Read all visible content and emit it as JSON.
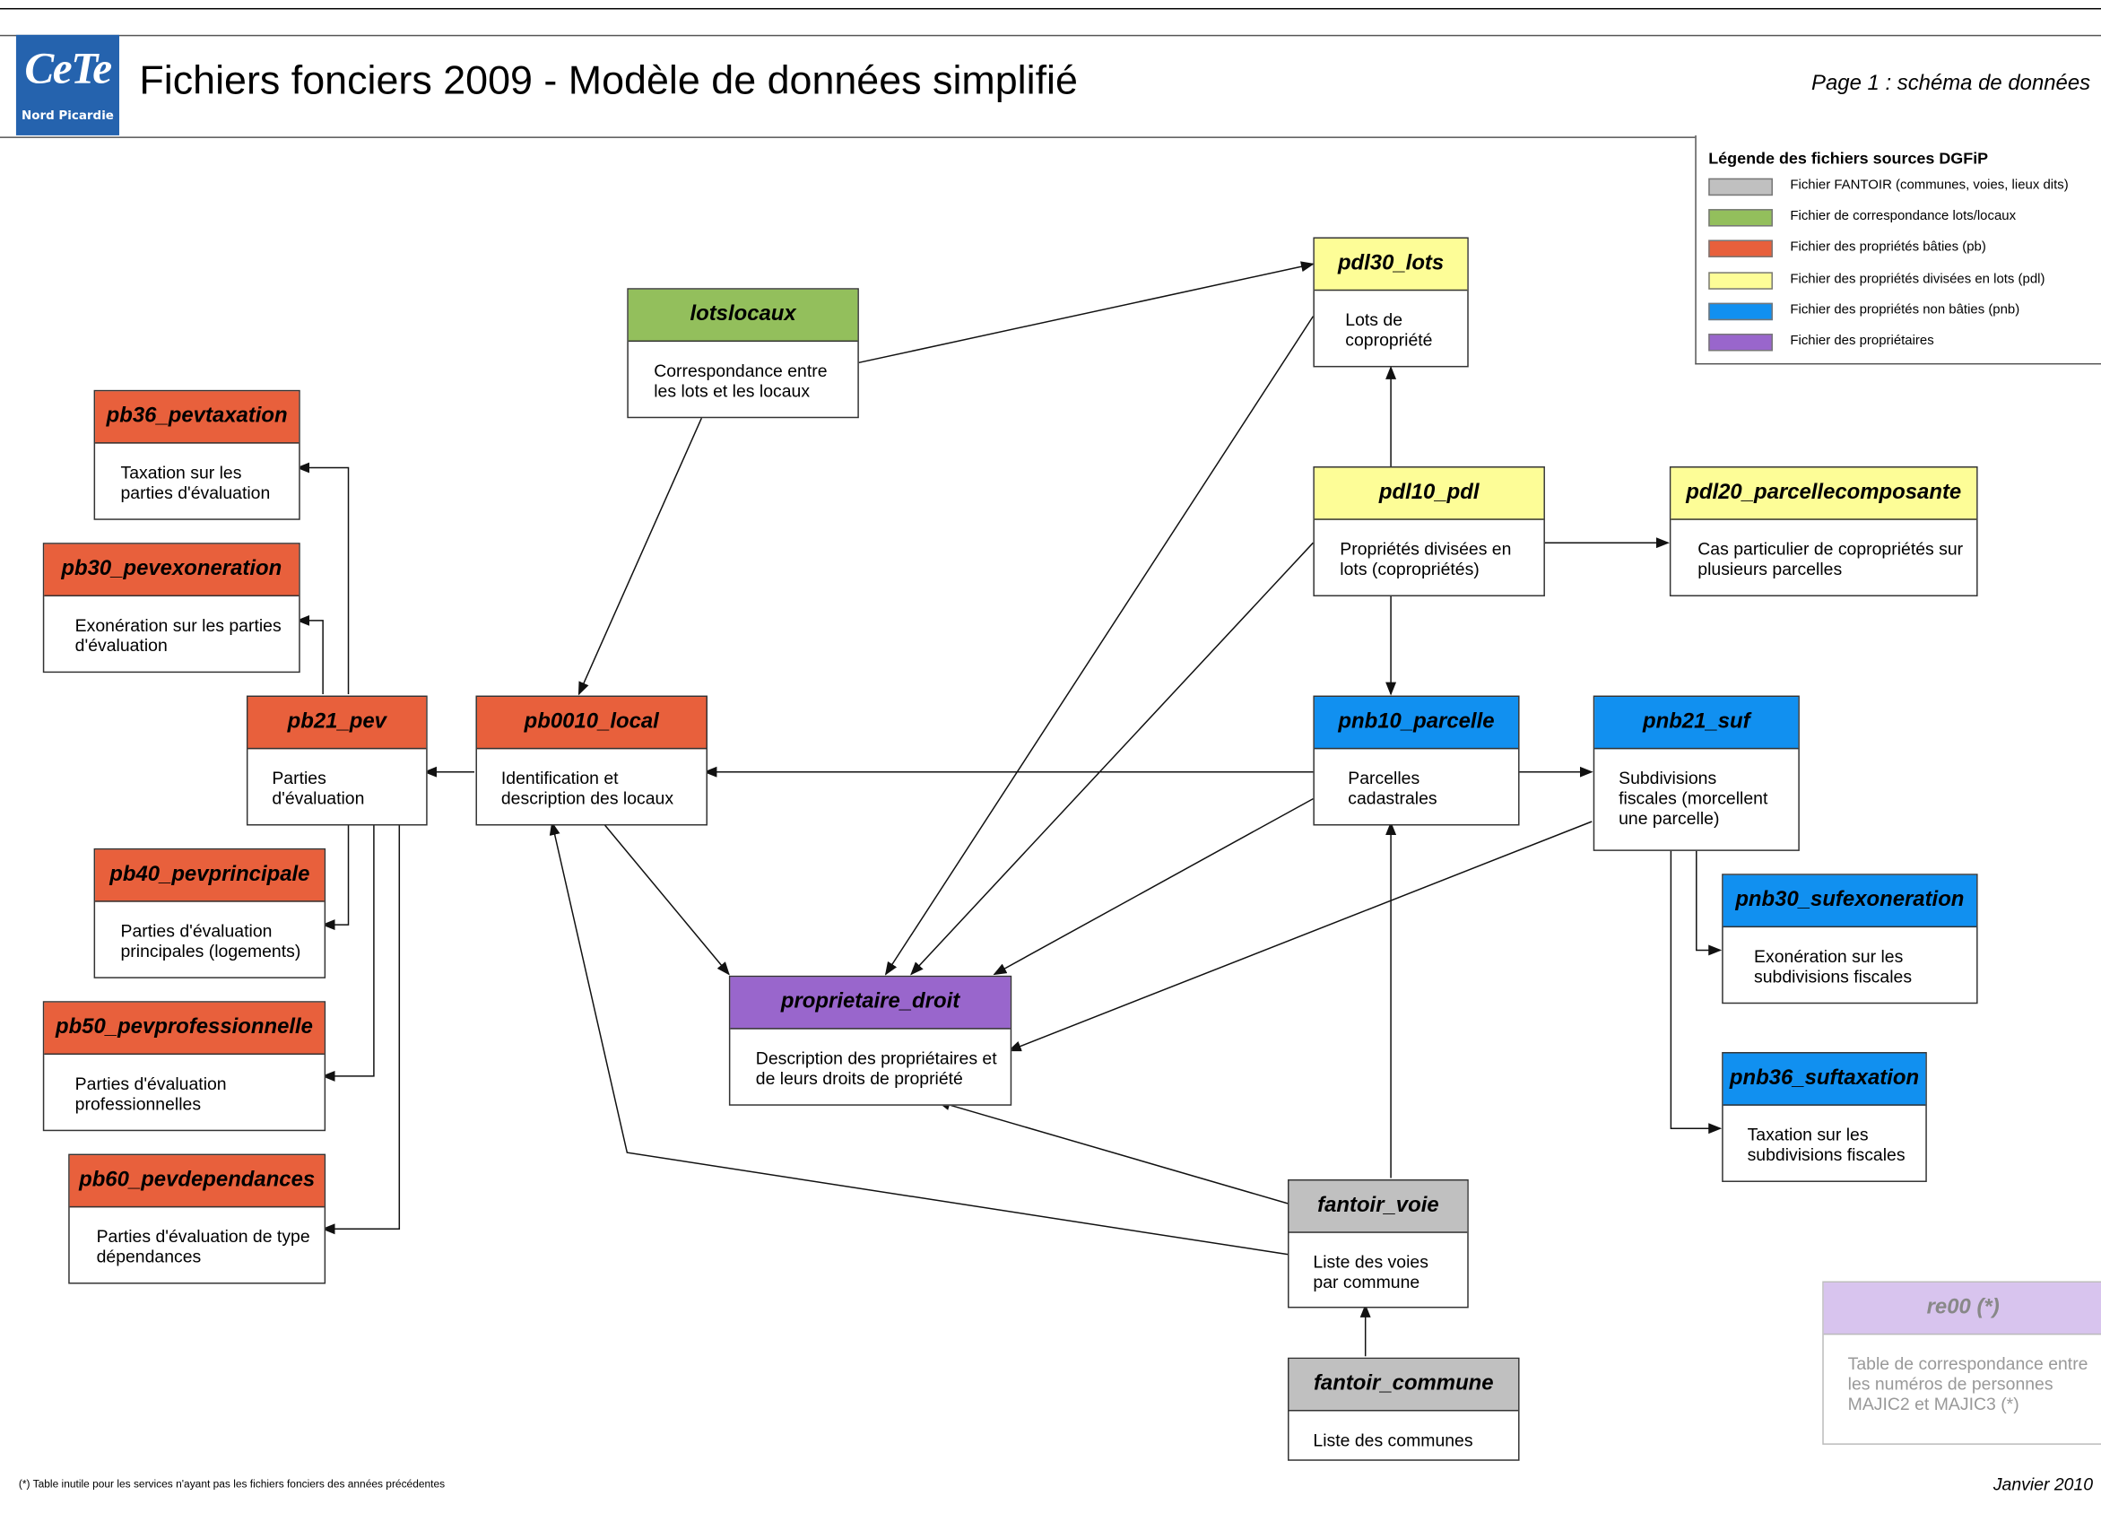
{
  "header": {
    "logo_text": "CeTe",
    "logo_subtext": "Nord Picardie",
    "title": "Fichiers fonciers 2009 - Modèle de données simplifié",
    "page_info": "Page 1 : schéma de données"
  },
  "legend": {
    "title": "Légende des fichiers sources DGFiP",
    "items": [
      {
        "label": "Fichier FANTOIR (communes, voies, lieux dits)",
        "color": "#c0c0c0"
      },
      {
        "label": "Fichier de correspondance lots/locaux",
        "color": "#93bf5c"
      },
      {
        "label": "Fichier des propriétés bâties (pb)",
        "color": "#e8603c"
      },
      {
        "label": "Fichier des propriétés divisées en lots (pdl)",
        "color": "#fdfd97"
      },
      {
        "label": "Fichier des propriétés non bâties (pnb)",
        "color": "#1190f0"
      },
      {
        "label": "Fichier des propriétaires",
        "color": "#9966cc"
      }
    ]
  },
  "entities": {
    "pdl30_lots": {
      "name": "pdl30_lots",
      "desc": "Lots de\ncopropriété",
      "color": "#fdfd97"
    },
    "lotslocaux": {
      "name": "lotslocaux",
      "desc": "Correspondance entre\nles lots et les locaux",
      "color": "#93bf5c"
    },
    "pb36_pevtaxation": {
      "name": "pb36_pevtaxation",
      "desc": "Taxation sur les\nparties d'évaluation",
      "color": "#e8603c"
    },
    "pb30_pevexoneration": {
      "name": "pb30_pevexoneration",
      "desc": "Exonération sur les parties\nd'évaluation",
      "color": "#e8603c"
    },
    "pdl10_pdl": {
      "name": "pdl10_pdl",
      "desc": "Propriétés divisées en\nlots (copropriétés)",
      "color": "#fdfd97"
    },
    "pdl20_parcellecomposante": {
      "name": "pdl20_parcellecomposante",
      "desc": "Cas particulier de copropriétés sur\nplusieurs parcelles",
      "color": "#fdfd97"
    },
    "pb21_pev": {
      "name": "pb21_pev",
      "desc": "Parties\nd'évaluation",
      "color": "#e8603c"
    },
    "pb0010_local": {
      "name": "pb0010_local",
      "desc": "Identification et\ndescription des locaux",
      "color": "#e8603c"
    },
    "pnb10_parcelle": {
      "name": "pnb10_parcelle",
      "desc": "Parcelles\ncadastrales",
      "color": "#1190f0"
    },
    "pnb21_suf": {
      "name": "pnb21_suf",
      "desc": "Subdivisions\nfiscales (morcellent\nune parcelle)",
      "color": "#1190f0"
    },
    "pb40_pevprincipale": {
      "name": "pb40_pevprincipale",
      "desc": "Parties d'évaluation\nprincipales (logements)",
      "color": "#e8603c"
    },
    "pnb30_sufexoneration": {
      "name": "pnb30_sufexoneration",
      "desc": "Exonération sur les\nsubdivisions fiscales",
      "color": "#1190f0"
    },
    "proprietaire_droit": {
      "name": "proprietaire_droit",
      "desc": "Description des propriétaires et\nde leurs droits de propriété",
      "color": "#9966cc"
    },
    "pb50_pevprofessionnelle": {
      "name": "pb50_pevprofessionnelle",
      "desc": "Parties d'évaluation\nprofessionnelles",
      "color": "#e8603c"
    },
    "pnb36_suftaxation": {
      "name": "pnb36_suftaxation",
      "desc": "Taxation sur les\nsubdivisions fiscales",
      "color": "#1190f0"
    },
    "pb60_pevdependances": {
      "name": "pb60_pevdependances",
      "desc": "Parties d'évaluation de type\ndépendances",
      "color": "#e8603c"
    },
    "fantoir_voie": {
      "name": "fantoir_voie",
      "desc": "Liste des voies\npar commune",
      "color": "#c0c0c0"
    },
    "re00": {
      "name": "re00 (*)",
      "desc": "Table de correspondance entre\nles numéros de personnes\nMAJIC2 et MAJIC3 (*)",
      "color": "#d8c4ee"
    },
    "fantoir_commune": {
      "name": "fantoir_commune",
      "desc": "Liste des communes",
      "color": "#c0c0c0"
    }
  },
  "footer": {
    "footnote": "(*) Table inutile pour les services n'ayant pas les fichiers fonciers des années précédentes",
    "date": "Janvier 2010"
  }
}
